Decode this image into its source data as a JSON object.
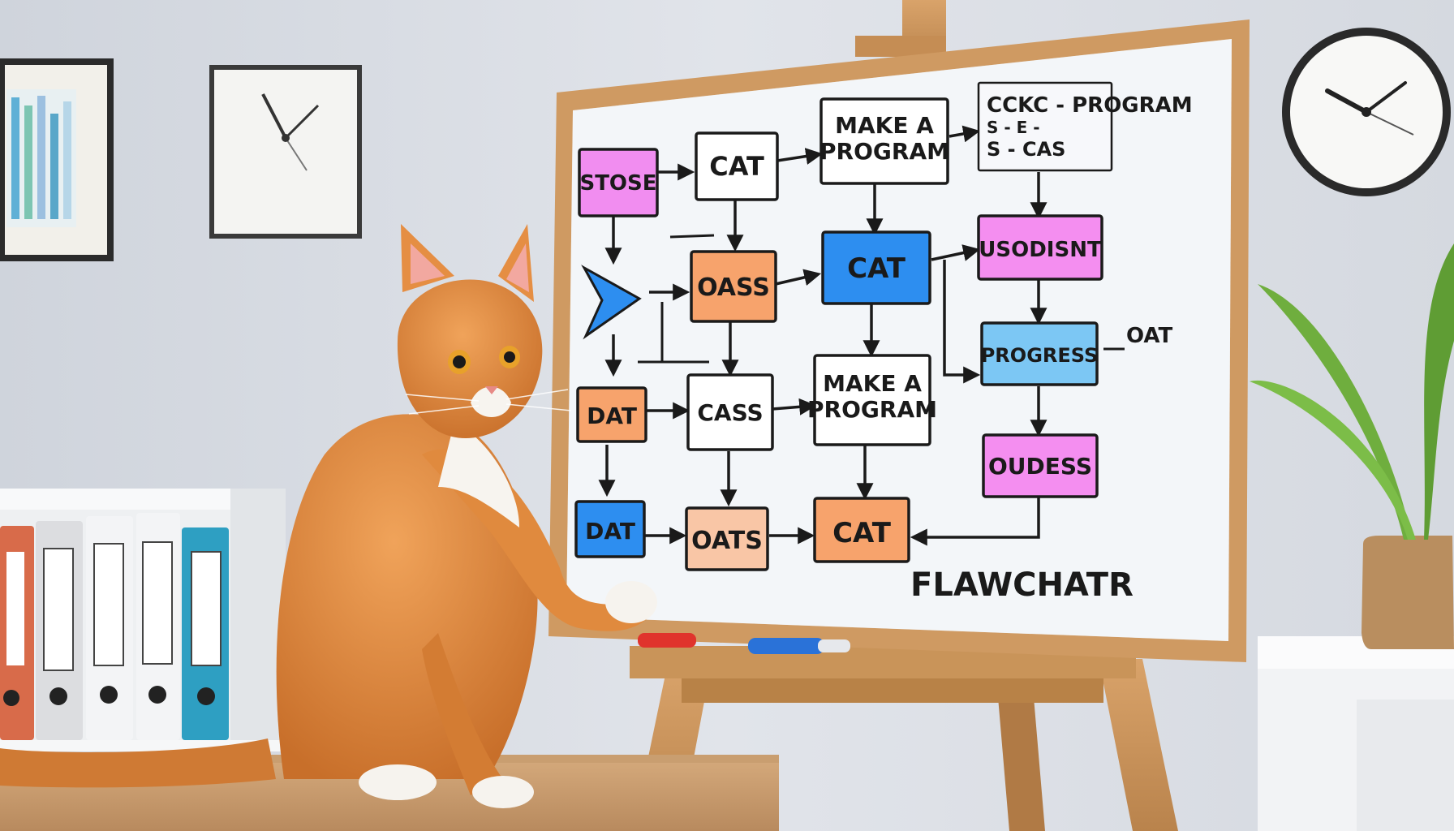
{
  "board": {
    "title": "FLAWCHATR",
    "note_lines": [
      "CCKC - PROGRAM",
      "S - E -",
      "S - CAS"
    ],
    "side_label": "OAT"
  },
  "flowchart": {
    "nodes": [
      {
        "id": "n1",
        "label": "STOSE",
        "color": "#f18df0"
      },
      {
        "id": "n2",
        "label": "CAT",
        "color": "#ffffff"
      },
      {
        "id": "n3",
        "label": "MAKE A\nPROGRAM",
        "color": "#ffffff"
      },
      {
        "id": "n5",
        "label": "OASS",
        "color": "#f7a36c"
      },
      {
        "id": "n6",
        "label": "CAT",
        "color": "#2d8ef0"
      },
      {
        "id": "n7",
        "label": "USODISNT",
        "color": "#f48ef0"
      },
      {
        "id": "n8",
        "label": "PROGRESS",
        "color": "#7cc7f4"
      },
      {
        "id": "n9",
        "label": "DAT",
        "color": "#f7a36c"
      },
      {
        "id": "n10",
        "label": "CASS",
        "color": "#ffffff"
      },
      {
        "id": "n11",
        "label": "MAKE A\nPROGRAM",
        "color": "#ffffff"
      },
      {
        "id": "n12",
        "label": "OUDESS",
        "color": "#f48ef0"
      },
      {
        "id": "n13",
        "label": "DAT",
        "color": "#2d8ef0"
      },
      {
        "id": "n14",
        "label": "OATS",
        "color": "#f9c6a6"
      },
      {
        "id": "n15",
        "label": "CAT",
        "color": "#f7a36c"
      }
    ],
    "edges": [
      [
        "n1",
        "n2"
      ],
      [
        "n2",
        "n3"
      ],
      [
        "n3",
        "n4"
      ],
      [
        "n1",
        "n1d"
      ],
      [
        "n2",
        "n5"
      ],
      [
        "n3",
        "n6"
      ],
      [
        "n4",
        "n7"
      ],
      [
        "n5",
        "n6"
      ],
      [
        "n6",
        "n7"
      ],
      [
        "n7",
        "n8"
      ],
      [
        "n8",
        "n12"
      ],
      [
        "n5",
        "n10"
      ],
      [
        "n6",
        "n11"
      ],
      [
        "n9",
        "n10"
      ],
      [
        "n10",
        "n11"
      ],
      [
        "n9",
        "n13"
      ],
      [
        "n10",
        "n14"
      ],
      [
        "n11",
        "n15"
      ],
      [
        "n13",
        "n14"
      ],
      [
        "n14",
        "n15"
      ],
      [
        "n12",
        "n15"
      ]
    ]
  }
}
